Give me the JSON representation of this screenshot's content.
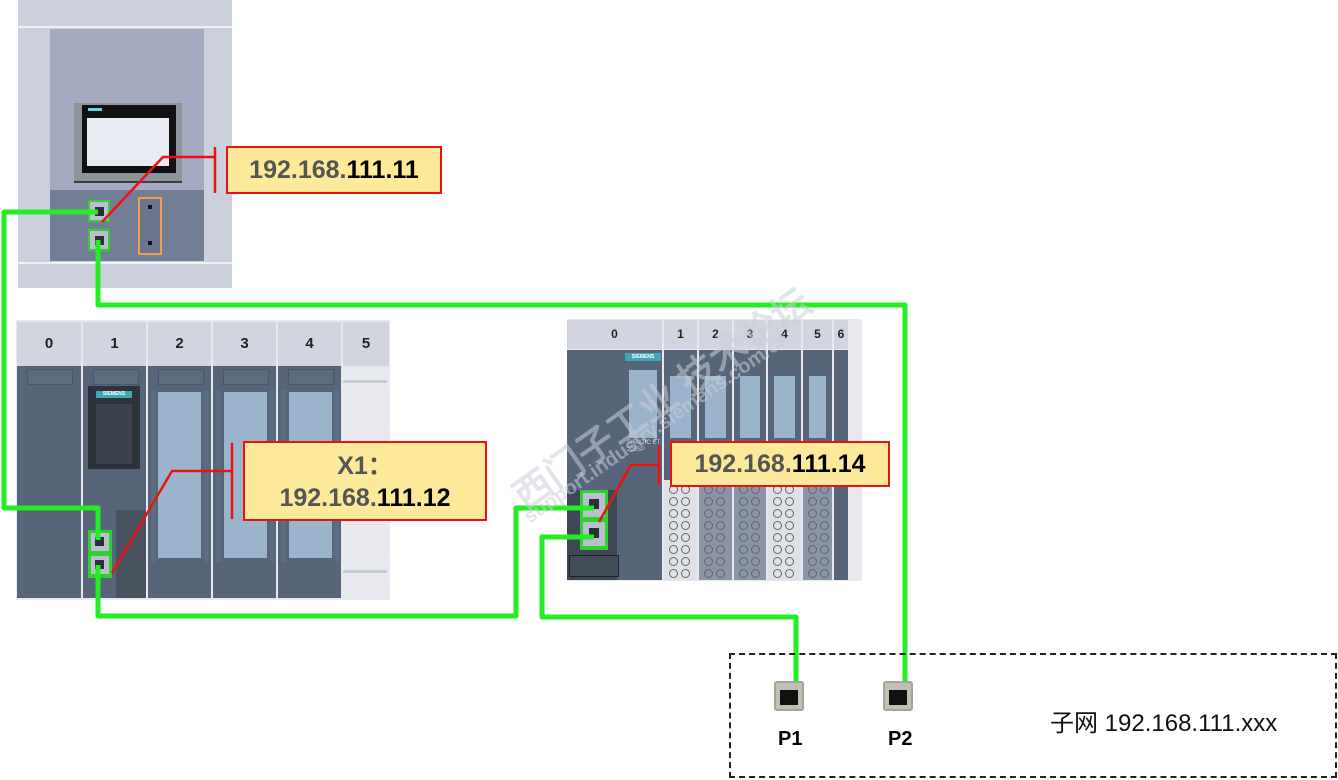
{
  "hmi": {
    "label": "192.168.111.11",
    "label_prefix": "192.168.",
    "label_suffix": "111.11"
  },
  "plc_rack": {
    "slots": [
      "0",
      "1",
      "2",
      "3",
      "4",
      "5"
    ],
    "cpu_brand": "SIEMENS",
    "label_line1": "X1：",
    "label_prefix": "192.168.",
    "label_suffix": "111.12"
  },
  "et200sp": {
    "slots": [
      "0",
      "1",
      "2",
      "3",
      "4",
      "5",
      "6"
    ],
    "brand": "SIEMENS",
    "model_text": "SIMATIC ET 200SP",
    "label_prefix": "192.168.",
    "label_suffix": "111.14"
  },
  "subnet": {
    "ports": [
      "P1",
      "P2"
    ],
    "text": "子网 192.168.111.xxx"
  },
  "watermark": {
    "line1": "西门子工业  技术论坛",
    "line2": "support.industry.siemens.com/cs"
  },
  "colors": {
    "cable": "#22ee22",
    "callout": "#ee1111",
    "label_bg": "#fde99a"
  }
}
